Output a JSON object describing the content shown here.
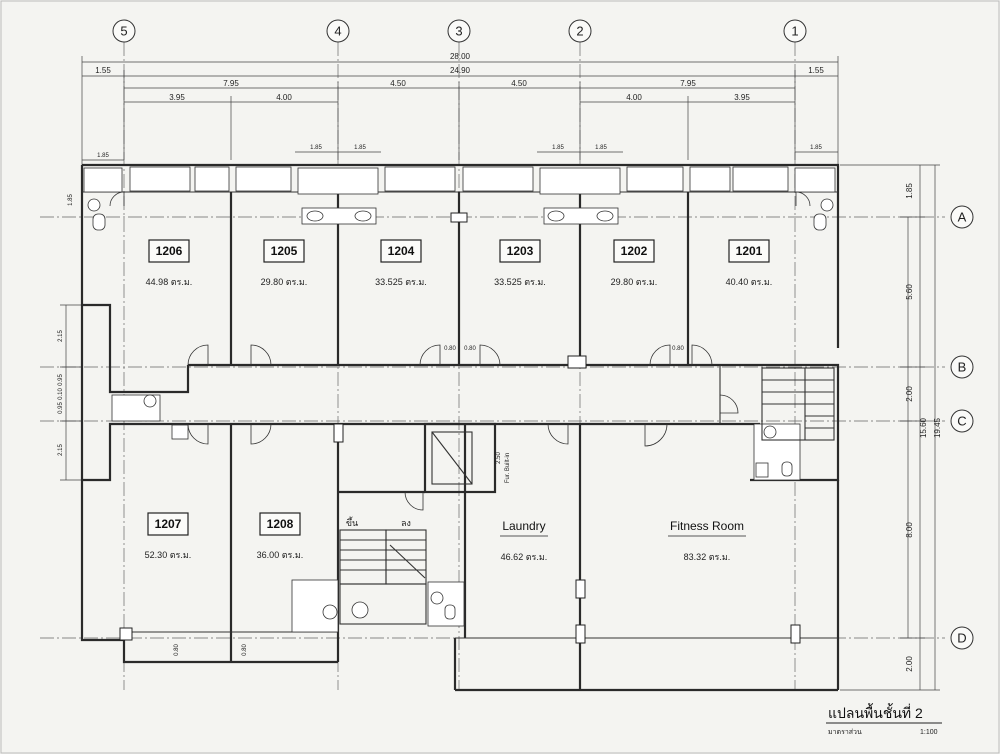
{
  "axes": {
    "columns": [
      "5",
      "4",
      "3",
      "2",
      "1"
    ],
    "rows": [
      "A",
      "B",
      "C",
      "D"
    ]
  },
  "dimensions": {
    "overall": "28.00",
    "inner": "24.90",
    "edge_left": "1.55",
    "edge_right": "1.55",
    "bays": [
      "7.95",
      "4.50",
      "4.50",
      "7.95"
    ],
    "sub_bays": [
      "3.95",
      "4.00",
      "4.00",
      "3.95"
    ],
    "vertical": [
      "1.85",
      "5.60",
      "2.00",
      "8.00",
      "2.00"
    ],
    "vertical_total_inner": "15.60",
    "vertical_total": "19.45",
    "left_side": [
      "2.15",
      "0.95",
      "0.10",
      "0.95",
      "2.15"
    ],
    "door_widths": [
      "0.80",
      "0.80",
      "0.80",
      "0.80",
      "0.80"
    ],
    "small_marks": [
      "1.85",
      "1.85",
      "1.85",
      "1.85",
      "1.85",
      "1.85",
      "1.85"
    ]
  },
  "units": [
    {
      "number": "1206",
      "area": "44.98 ตร.ม."
    },
    {
      "number": "1205",
      "area": "29.80 ตร.ม."
    },
    {
      "number": "1204",
      "area": "33.525 ตร.ม."
    },
    {
      "number": "1203",
      "area": "33.525 ตร.ม."
    },
    {
      "number": "1202",
      "area": "29.80 ตร.ม."
    },
    {
      "number": "1201",
      "area": "40.40 ตร.ม."
    },
    {
      "number": "1207",
      "area": "52.30 ตร.ม."
    },
    {
      "number": "1208",
      "area": "36.00 ตร.ม."
    }
  ],
  "rooms": [
    {
      "name": "Laundry",
      "area": "46.62 ตร.ม."
    },
    {
      "name": "Fitness Room",
      "area": "83.32 ตร.ม."
    }
  ],
  "labels": {
    "built_in": "Fur. Built-in",
    "built_in_dim": "2.50",
    "stair_up": "ขึ้น",
    "stair_down": "ลง"
  },
  "title": {
    "main": "แปลนพื้นชั้นที่ 2",
    "scale_label": "มาตราส่วน",
    "scale": "1:100"
  }
}
